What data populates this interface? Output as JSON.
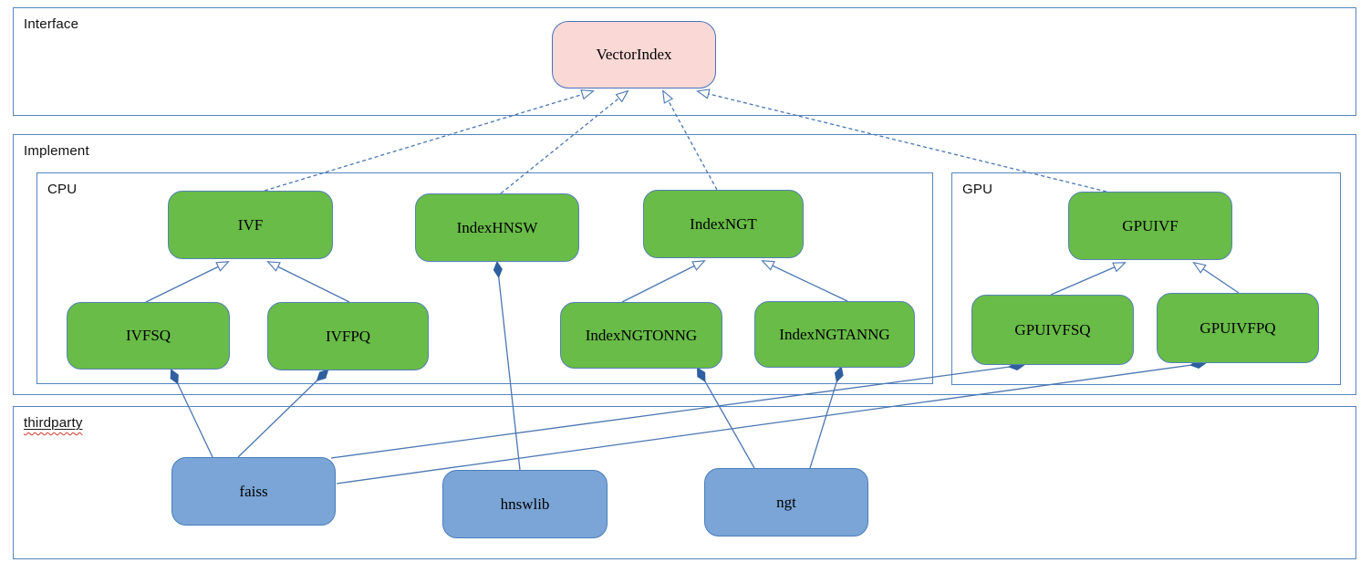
{
  "diagram_type": "uml-class-diagram",
  "containers": {
    "interface": {
      "label": "Interface"
    },
    "implement": {
      "label": "Implement"
    },
    "cpu": {
      "label": "CPU"
    },
    "gpu": {
      "label": "GPU"
    },
    "thirdparty": {
      "label": "thirdparty"
    }
  },
  "nodes": {
    "vectorindex": {
      "label": "VectorIndex",
      "group": "interface",
      "fill": "#f9d8d6"
    },
    "ivf": {
      "label": "IVF",
      "group": "cpu",
      "fill": "#68bc47"
    },
    "indexhnsw": {
      "label": "IndexHNSW",
      "group": "cpu",
      "fill": "#68bc47"
    },
    "indexngt": {
      "label": "IndexNGT",
      "group": "cpu",
      "fill": "#68bc47"
    },
    "ivfsq": {
      "label": "IVFSQ",
      "group": "cpu",
      "fill": "#68bc47"
    },
    "ivfpq": {
      "label": "IVFPQ",
      "group": "cpu",
      "fill": "#68bc47"
    },
    "indexngtonng": {
      "label": "IndexNGTONNG",
      "group": "cpu",
      "fill": "#68bc47"
    },
    "indexngtanng": {
      "label": "IndexNGTANNG",
      "group": "cpu",
      "fill": "#68bc47"
    },
    "gpuivf": {
      "label": "GPUIVF",
      "group": "gpu",
      "fill": "#68bc47"
    },
    "gpuivfsq": {
      "label": "GPUIVFSQ",
      "group": "gpu",
      "fill": "#68bc47"
    },
    "gpuivfpq": {
      "label": "GPUIVFPQ",
      "group": "gpu",
      "fill": "#68bc47"
    },
    "faiss": {
      "label": "faiss",
      "group": "thirdparty",
      "fill": "#7aa5d6"
    },
    "hnswlib": {
      "label": "hnswlib",
      "group": "thirdparty",
      "fill": "#7aa5d6"
    },
    "ngt": {
      "label": "ngt",
      "group": "thirdparty",
      "fill": "#7aa5d6"
    }
  },
  "relations": [
    {
      "from": "IVF",
      "to": "VectorIndex",
      "type": "realization"
    },
    {
      "from": "IndexHNSW",
      "to": "VectorIndex",
      "type": "realization"
    },
    {
      "from": "IndexNGT",
      "to": "VectorIndex",
      "type": "realization"
    },
    {
      "from": "GPUIVF",
      "to": "VectorIndex",
      "type": "realization"
    },
    {
      "from": "IVFSQ",
      "to": "IVF",
      "type": "generalization"
    },
    {
      "from": "IVFPQ",
      "to": "IVF",
      "type": "generalization"
    },
    {
      "from": "IndexNGTONNG",
      "to": "IndexNGT",
      "type": "generalization"
    },
    {
      "from": "IndexNGTANNG",
      "to": "IndexNGT",
      "type": "generalization"
    },
    {
      "from": "GPUIVFSQ",
      "to": "GPUIVF",
      "type": "generalization"
    },
    {
      "from": "GPUIVFPQ",
      "to": "GPUIVF",
      "type": "generalization"
    },
    {
      "from": "IndexHNSW",
      "to": "hnswlib",
      "type": "composition"
    },
    {
      "from": "IVFSQ",
      "to": "faiss",
      "type": "composition"
    },
    {
      "from": "IVFPQ",
      "to": "faiss",
      "type": "composition"
    },
    {
      "from": "IndexNGTONNG",
      "to": "ngt",
      "type": "composition"
    },
    {
      "from": "IndexNGTANNG",
      "to": "ngt",
      "type": "composition"
    },
    {
      "from": "GPUIVFSQ",
      "to": "faiss",
      "type": "composition"
    },
    {
      "from": "GPUIVFPQ",
      "to": "faiss",
      "type": "composition"
    }
  ],
  "colors": {
    "node_green": "#68bc47",
    "node_blue": "#7aa5d6",
    "node_pink": "#f9d8d6",
    "connector_blue": "#4a76b2",
    "container_border_blue": "#5585c0",
    "spellcheck_red": "#d33a2c",
    "text_black": "#000000"
  }
}
